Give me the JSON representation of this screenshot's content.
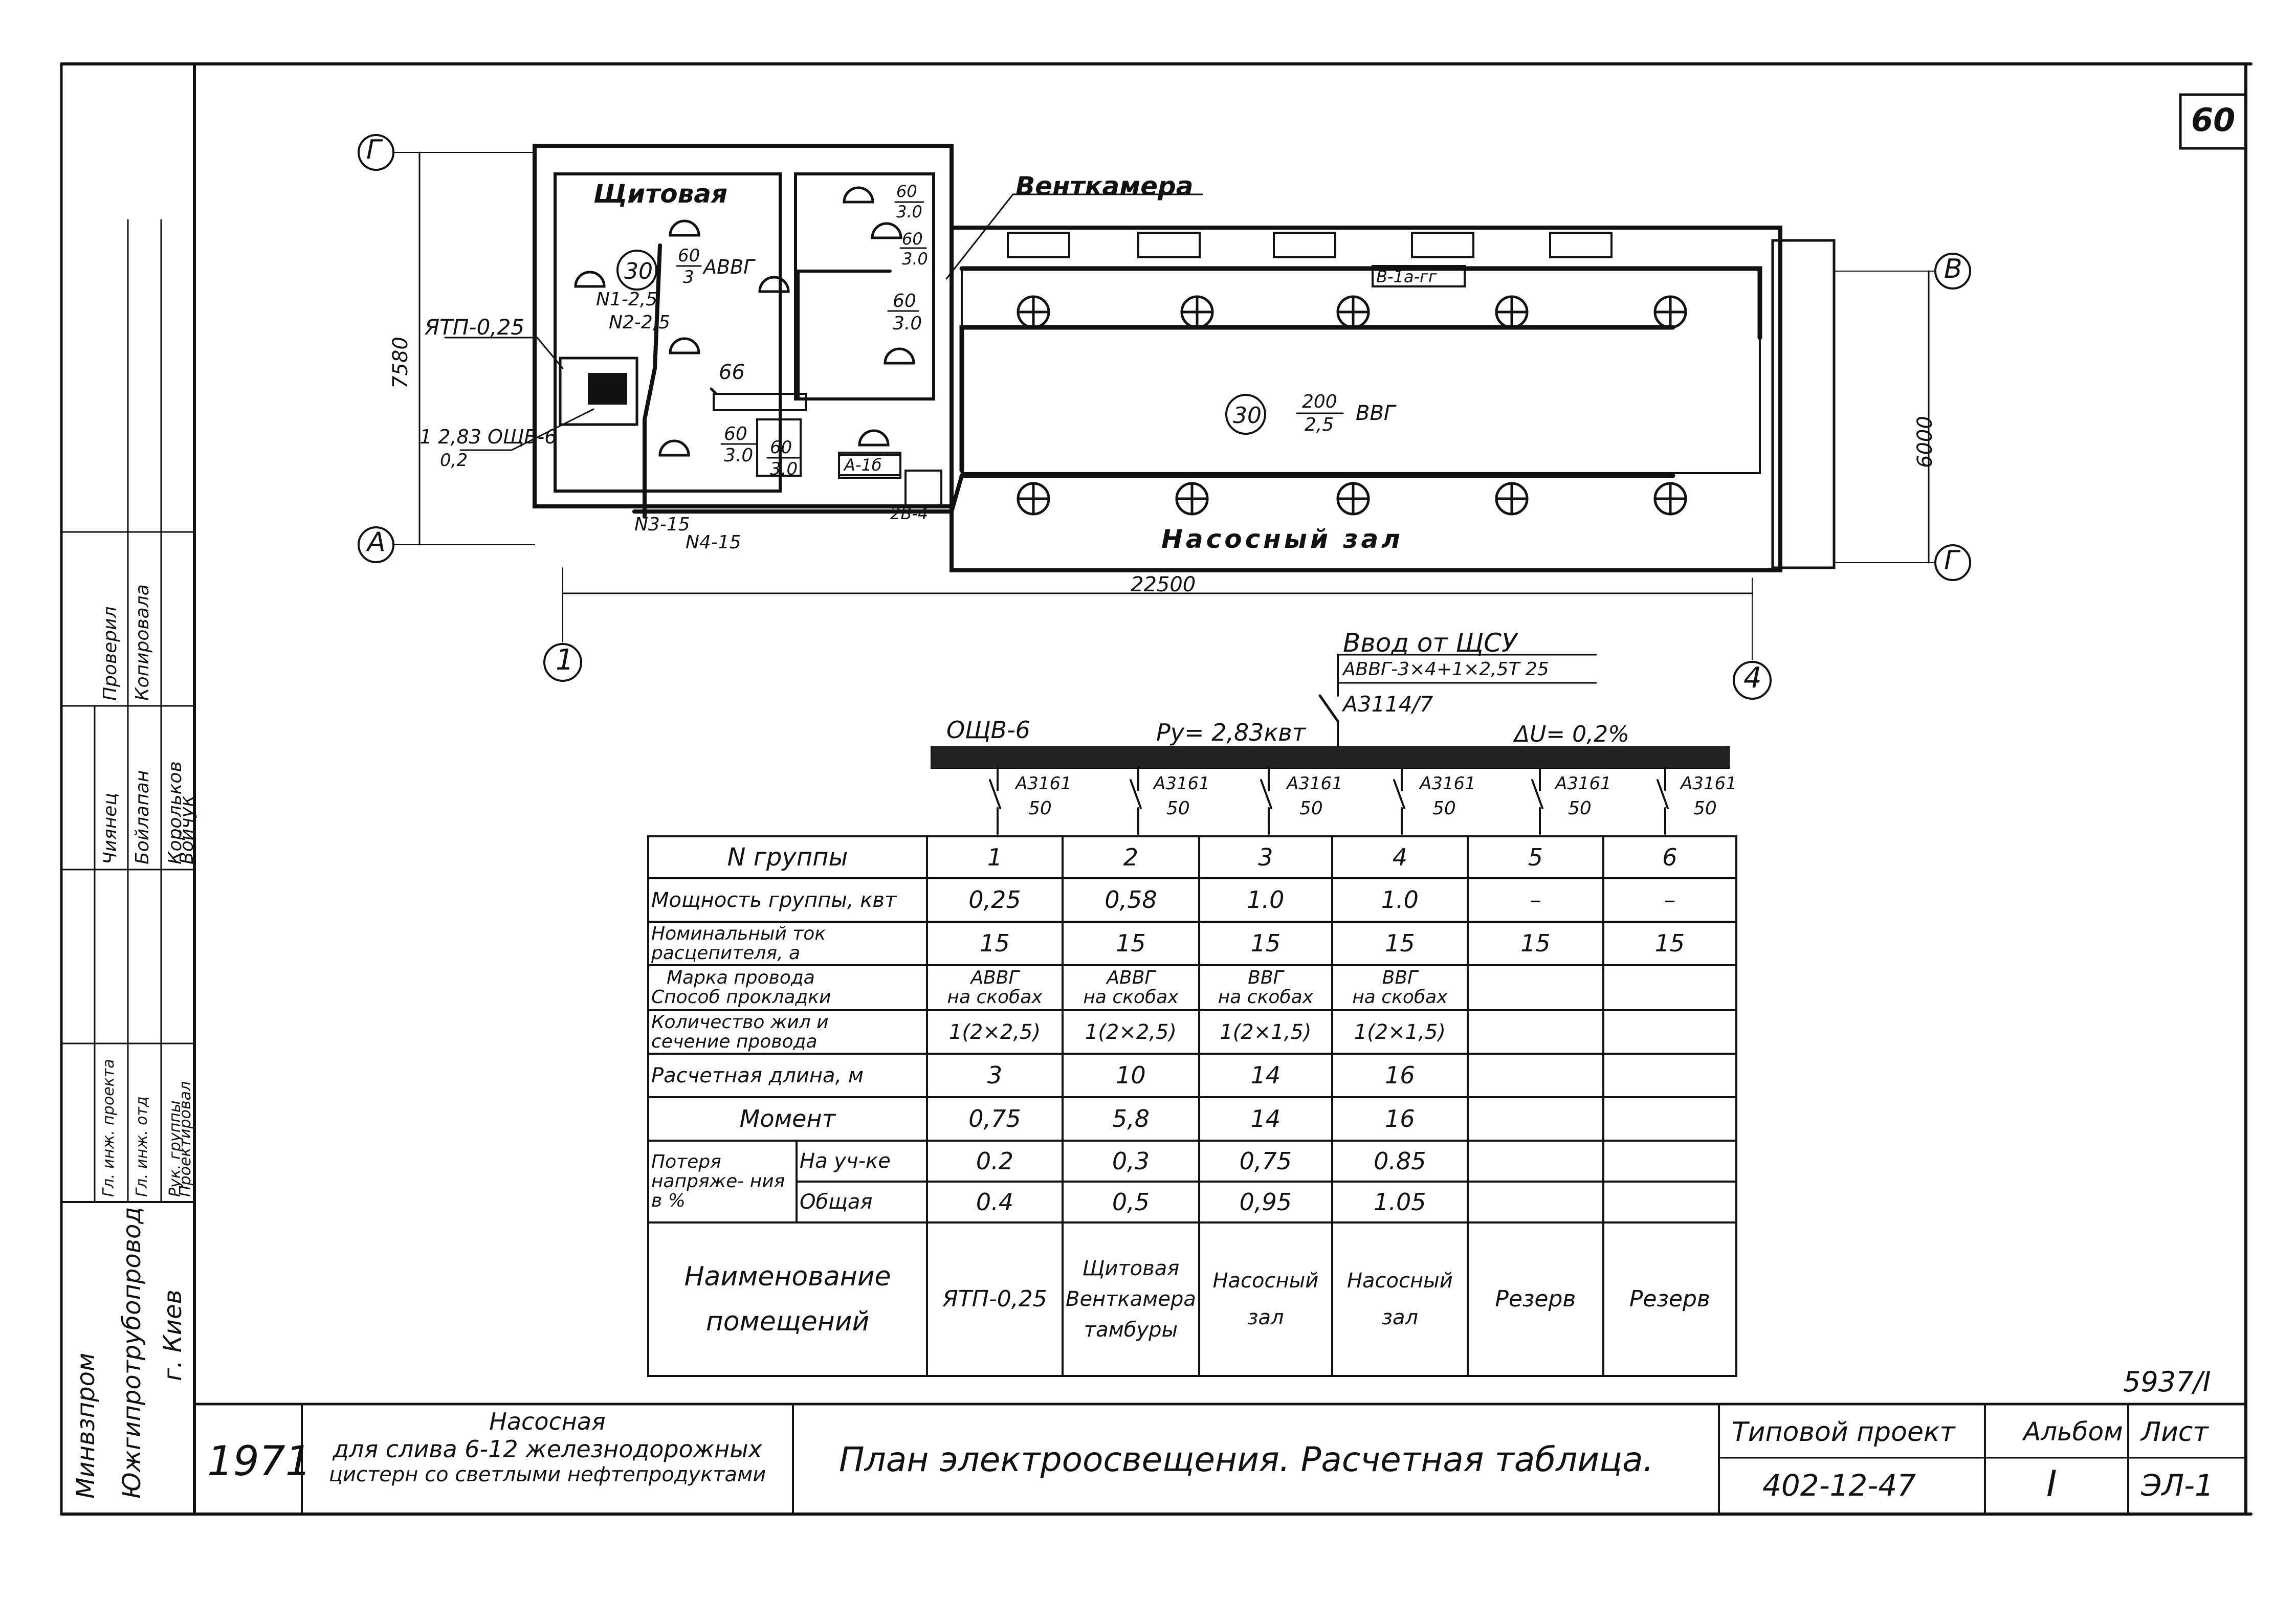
{
  "sheet": {
    "number": "60",
    "doc_code": "5937/I",
    "year": "1971",
    "object_title": [
      "Насосная",
      "для слива 6-12 железнодорожных",
      "цистерн со светлыми нефтепродуктами"
    ],
    "drawing_title": "План электроосвещения. Расчетная таблица.",
    "project_label": "Типовой проект",
    "project_number": "402-12-47",
    "album_label": "Альбом",
    "album_value": "I",
    "sheet_label": "Лист",
    "sheet_value": "ЭЛ-1",
    "org": [
      "Минвзпром",
      "Южгипротрубопровод",
      "г. Киев"
    ],
    "roles": [
      "Гл. инж. проекта",
      "Гл. инж. отд",
      "Рук. группы",
      "Проектировал"
    ],
    "names": [
      "Чиянец",
      "Бойлапан",
      "Корольков",
      "Войчук"
    ],
    "side_roles": [
      "Проверил",
      "Копировала"
    ]
  },
  "plan": {
    "axes": {
      "g": "Г",
      "a": "А",
      "b": "В",
      "g2": "Г",
      "one": "1",
      "four": "4"
    },
    "room_switchboard": "Щитовая",
    "room_ventcamera": "Венткамера",
    "room_pump_hall": "Насосный зал",
    "dim_7580": "7580",
    "dim_6000": "6000",
    "dim_22500": "22500",
    "label_ytp": "ЯТП-0,25",
    "label_oshv": "1 2,83 ОЩВ-6",
    "label_oshv_sub": "0,2",
    "label_n1": "N1-2,5",
    "label_n2": "N2-2,5",
    "label_n3": "N3-15",
    "label_n4": "N4-15",
    "label_66": "66",
    "cable_avvg_num": "60",
    "cable_avvg_den": "3",
    "cable_avvg": "АВВГ",
    "circle_30": "30",
    "frac_60": "60",
    "frac_30": "3.0",
    "cable_vvg_num": "200",
    "cable_vvg_den": "2,5",
    "cable_vvg": "ВВГ",
    "box_b1a": "В-1а-гг",
    "box_a1b": "А-1б",
    "label_2b4": "2В-4"
  },
  "scheme": {
    "input_title": "Ввод от ЩСУ",
    "input_cable": "АВВГ-3×4+1×2,5Т 25",
    "main_breaker": "А3114/7",
    "panel": "ОЩВ-6",
    "power": "Ру= 2,83квт",
    "du": "ΔU= 0,2%",
    "breaker_type": "А3161",
    "breaker_rating": "50"
  },
  "table": {
    "header_label": "N группы",
    "groups": [
      "1",
      "2",
      "3",
      "4",
      "5",
      "6"
    ],
    "power_label": "Мощность группы, квт",
    "power": [
      "0,25",
      "0,58",
      "1.0",
      "1.0",
      "–",
      "–"
    ],
    "current_label": "Номинальный ток расцепителя, а",
    "current": [
      "15",
      "15",
      "15",
      "15",
      "15",
      "15"
    ],
    "wire_label_1": "Марка провода",
    "wire_label_2": "Способ прокладки",
    "wire_mark": [
      "АВВГ",
      "АВВГ",
      "ВВГ",
      "ВВГ",
      "",
      ""
    ],
    "wire_method": [
      "на скобах",
      "на скобах",
      "на скобах",
      "на скобах",
      "",
      ""
    ],
    "cores_label_1": "Количество жил и",
    "cores_label_2": "сечение провода",
    "cores": [
      "1(2×2,5)",
      "1(2×2,5)",
      "1(2×1,5)",
      "1(2×1,5)",
      "",
      ""
    ],
    "length_label": "Расчетная длина, м",
    "length": [
      "3",
      "10",
      "14",
      "16",
      "",
      ""
    ],
    "moment_label": "Момент",
    "moment": [
      "0,75",
      "5,8",
      "14",
      "16",
      "",
      ""
    ],
    "loss_label": "Потеря напряже- ния в %",
    "loss_section_label": "На уч-ке",
    "loss_section": [
      "0.2",
      "0,3",
      "0,75",
      "0.85",
      "",
      ""
    ],
    "loss_total_label": "Общая",
    "loss_total": [
      "0.4",
      "0,5",
      "0,95",
      "1.05",
      "",
      ""
    ],
    "rooms_label": "Наименование помещений",
    "rooms": [
      "ЯТП-0,25",
      "Щитовая Венткамера тамбуры",
      "Насосный зал",
      "Насосный зал",
      "Резерв",
      "Резерв"
    ]
  }
}
